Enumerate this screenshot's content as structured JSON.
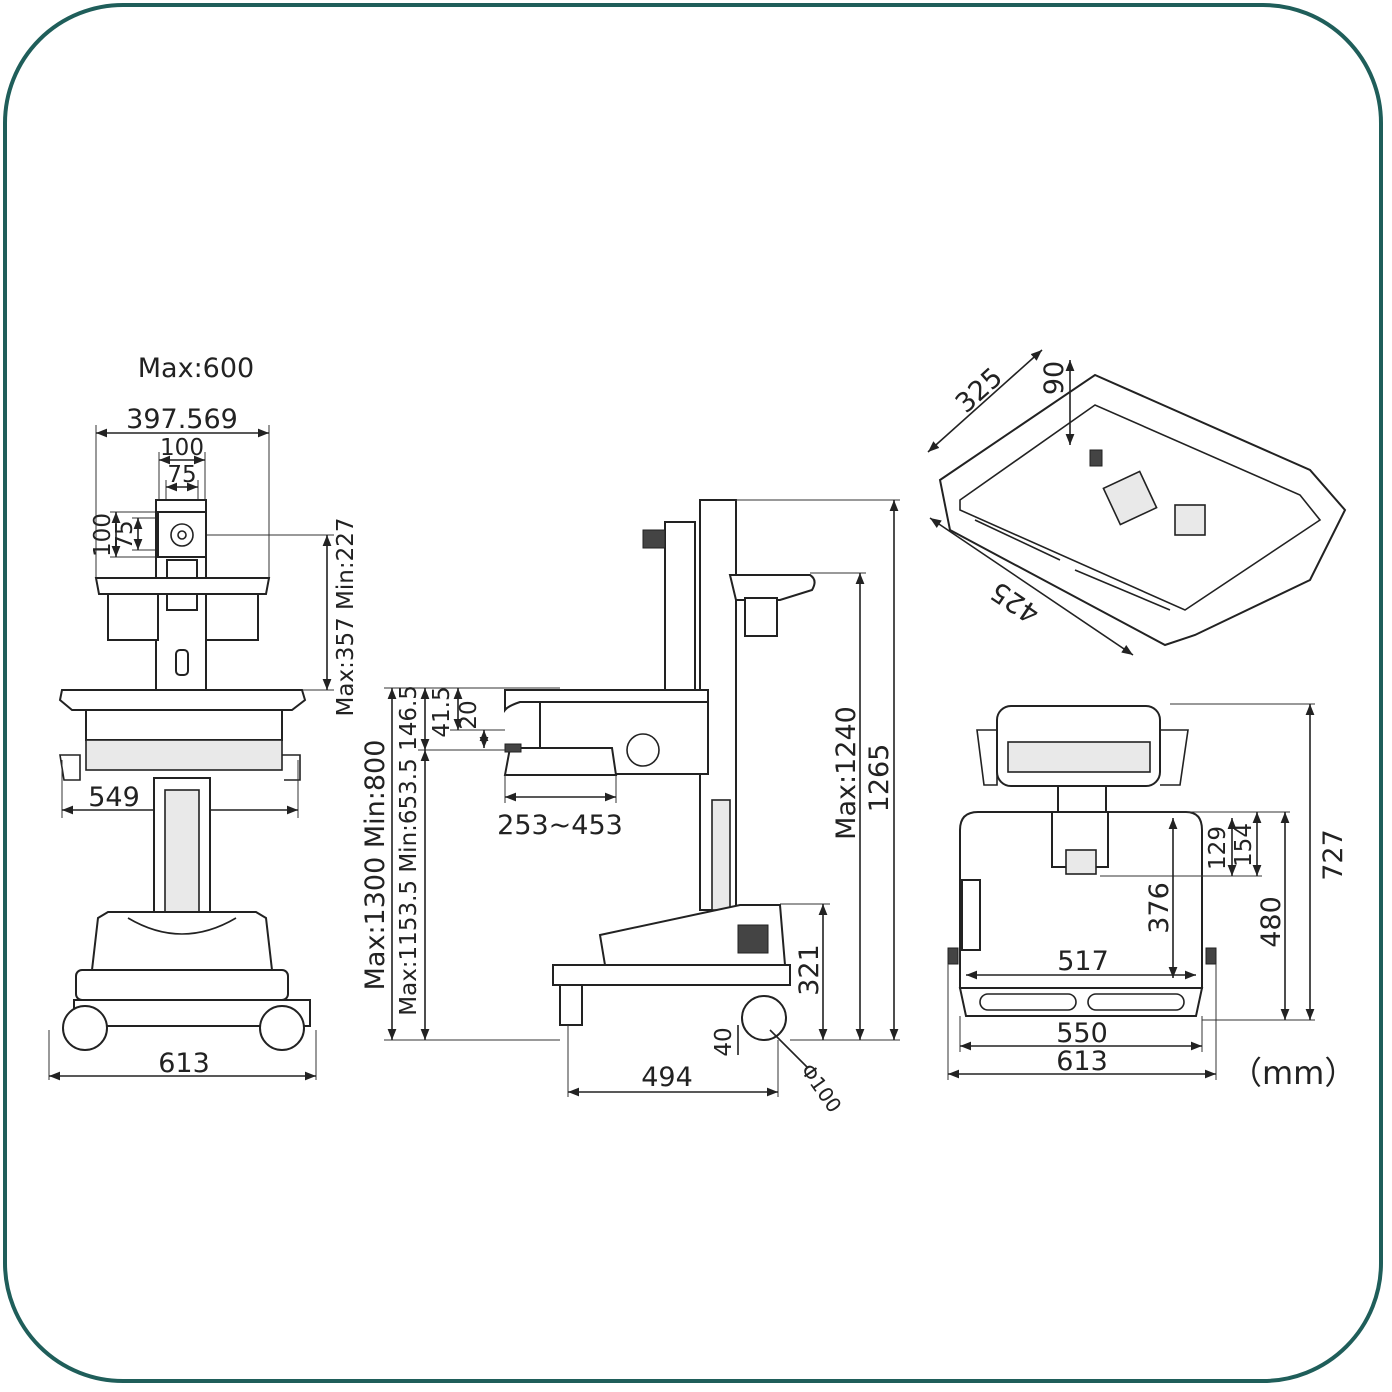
{
  "unit_label": "（mm）",
  "front_view": {
    "max_width": "Max:600",
    "head_width": "397.569",
    "vesa_outer": "100",
    "vesa_inner": "75",
    "vesa_outer_v": "100",
    "vesa_inner_v": "75",
    "monitor_range": "Max:357 Min:227",
    "keyboard_width": "549",
    "base_width": "613"
  },
  "side_view": {
    "work_height": "Max:1300 Min:800",
    "tray_height": "Max:1153.5 Min:653.5",
    "drop_146": "146.5",
    "drop_41": "41.5",
    "drop_20": "20",
    "keyboard_travel": "253~453",
    "basket_height": "Max:1240",
    "total_height": "1265",
    "base_height": "321",
    "clearance": "40",
    "wheel_dia": "Φ100",
    "base_depth": "494"
  },
  "drawer_view": {
    "depth": "325",
    "height": "90",
    "width": "425"
  },
  "top_view": {
    "total_depth": "727",
    "tray_depth": "480",
    "inner_depth": "376",
    "d154": "154",
    "d129": "129",
    "tray_width": "517",
    "inner_width": "550",
    "outer_width": "613"
  }
}
